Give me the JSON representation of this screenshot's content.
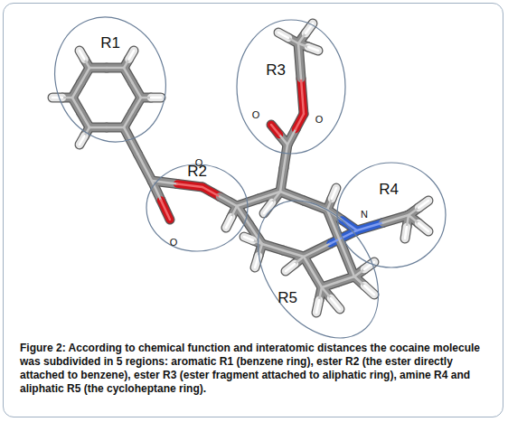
{
  "diagram": {
    "caption": "Figure 2: According to chemical function and interatomic distances the cocaine molecule was subdivided in 5 regions: aromatic R1 (benzene ring), ester R2 (the ester directly attached to benzene), ester R3 (ester fragment attached to aliphatic ring), amine R4 and aliphatic R5 (the cycloheptane ring).",
    "nodes": [
      {
        "text": [
          "R1"
        ]
      },
      {
        "text": [
          "R2"
        ]
      },
      {
        "text": [
          "R3"
        ]
      },
      {
        "text": [
          "R4"
        ]
      },
      {
        "text": [
          "R5"
        ]
      }
    ],
    "labels": [
      "O",
      "O",
      "O",
      "N",
      "O"
    ]
  }
}
